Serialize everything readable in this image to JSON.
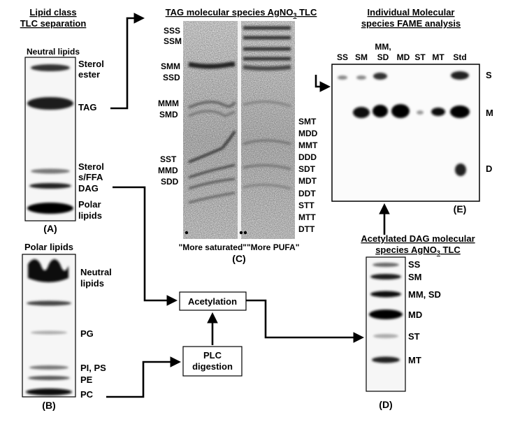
{
  "panel_a": {
    "title_line1": "Lipid class",
    "title_line2": "TLC separation",
    "subtitle": "Neutral lipids",
    "bands": [
      "Sterol",
      "ester",
      "TAG",
      "Sterol",
      "s/FFA",
      "DAG",
      "Polar",
      "lipids"
    ],
    "panel_label": "(A)"
  },
  "panel_b": {
    "subtitle": "Polar lipids",
    "bands": [
      "Neutral",
      "lipids",
      "PG",
      "PI, PS",
      "PE",
      "PC"
    ],
    "panel_label": "(B)"
  },
  "panel_c": {
    "title_pre": "TAG molecular species AgNO",
    "title_sub": "3",
    "title_post": " TLC",
    "left_labels": [
      "SSS",
      "SSM",
      "SMM",
      "SSD",
      "MMM",
      "SMD",
      "SST",
      "MMD",
      "SDD"
    ],
    "right_labels": [
      "SMT",
      "MDD",
      "MMT",
      "DDD",
      "SDT",
      "MDT",
      "DDT",
      "STT",
      "MTT",
      "DTT"
    ],
    "caption": "\"More saturated\"\"More PUFA\"",
    "panel_label": "(C)"
  },
  "panel_d": {
    "title_line1_pre": "Acetylated DAG molecular",
    "title_line2_pre": "species AgNO",
    "title_line2_sub": "3",
    "title_line2_post": " TLC",
    "bands": [
      "SS",
      "SM",
      "MM, SD",
      "MD",
      "ST",
      "MT"
    ],
    "panel_label": "(D)"
  },
  "panel_e": {
    "title_line1": "Individual Molecular",
    "title_line2": "species FAME analysis",
    "lanes": [
      "SS",
      "SM",
      "MM,",
      "SD",
      "MD",
      "ST",
      "MT",
      "Std"
    ],
    "right_labels": [
      "S",
      "M",
      "D"
    ],
    "panel_label": "(E)"
  },
  "process": {
    "acetylation": "Acetylation",
    "plc_line1": "PLC",
    "plc_line2": "digestion"
  }
}
